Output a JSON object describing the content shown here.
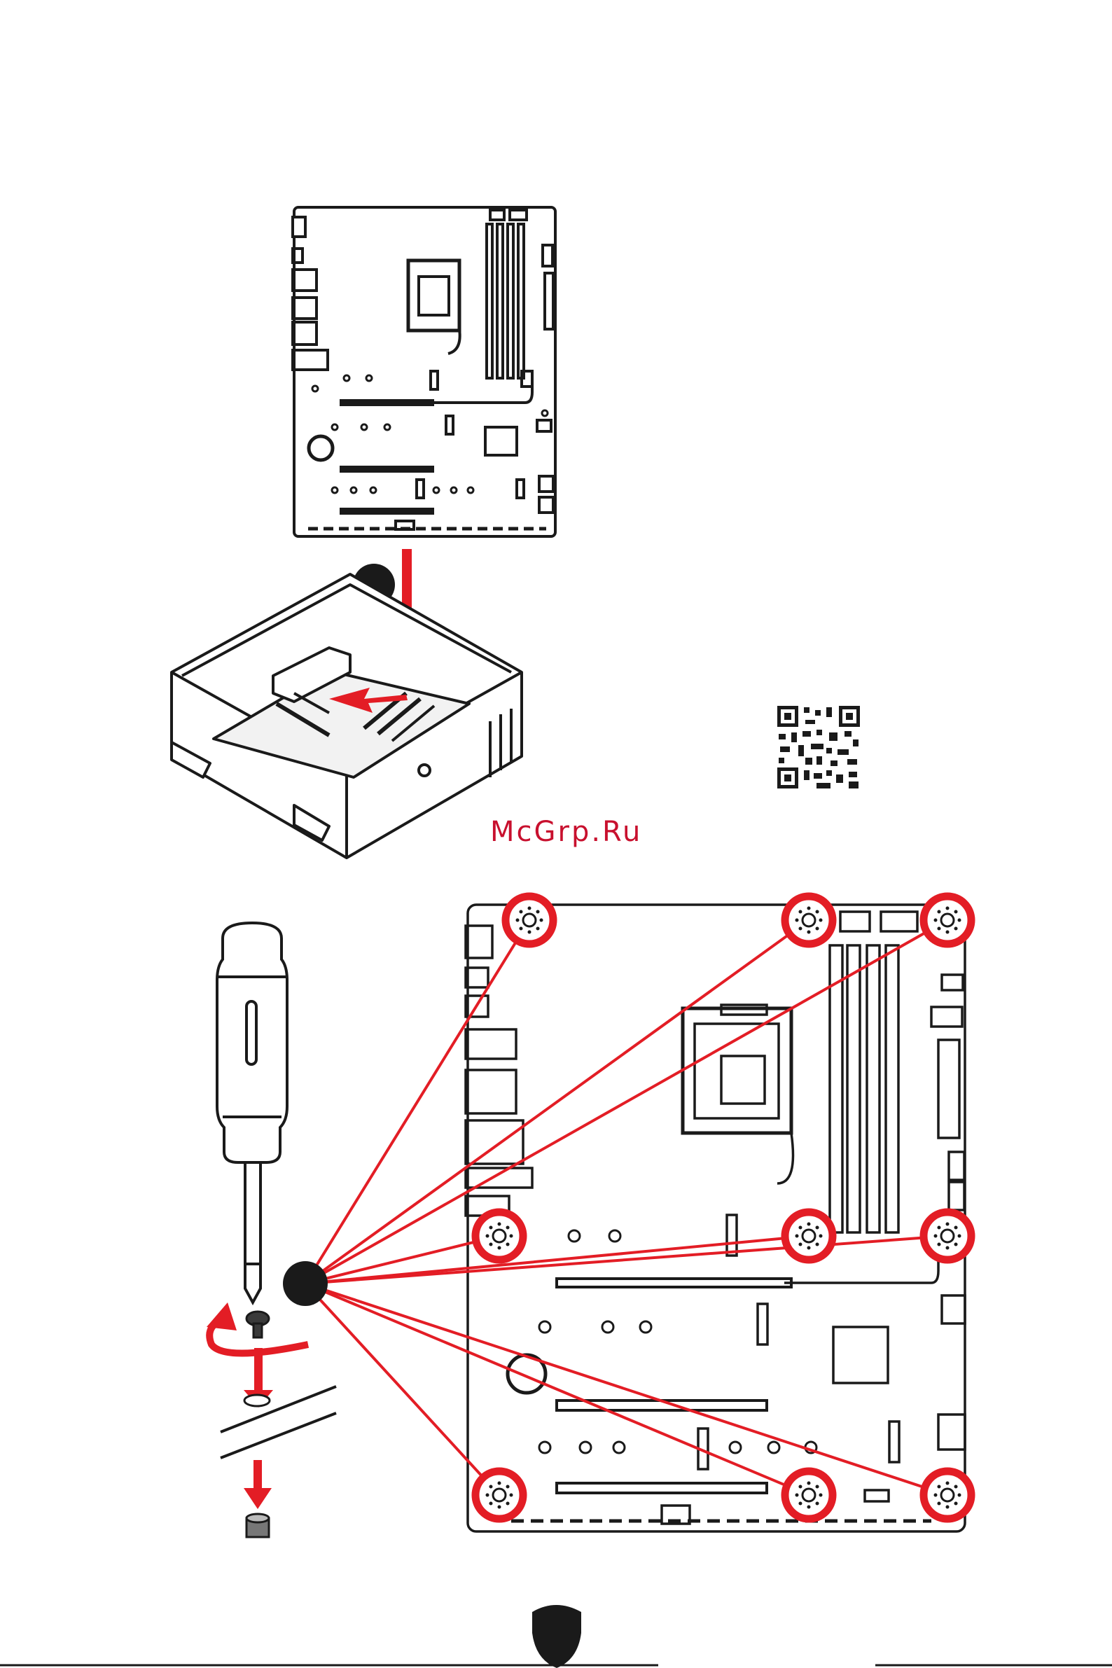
{
  "watermark": "McGrp.Ru",
  "colors": {
    "accent_red": "#e31d25",
    "line_black": "#1a1a1a",
    "background": "#ffffff"
  },
  "step_markers": [
    {
      "name": "step-marker-1",
      "label": ""
    },
    {
      "name": "step-marker-2",
      "label": ""
    }
  ],
  "icons": [
    "qr-code-icon",
    "msi-shield-logo-icon",
    "screwdriver-icon",
    "standoff-icon",
    "screw-icon"
  ],
  "mounting_holes_count": 9
}
